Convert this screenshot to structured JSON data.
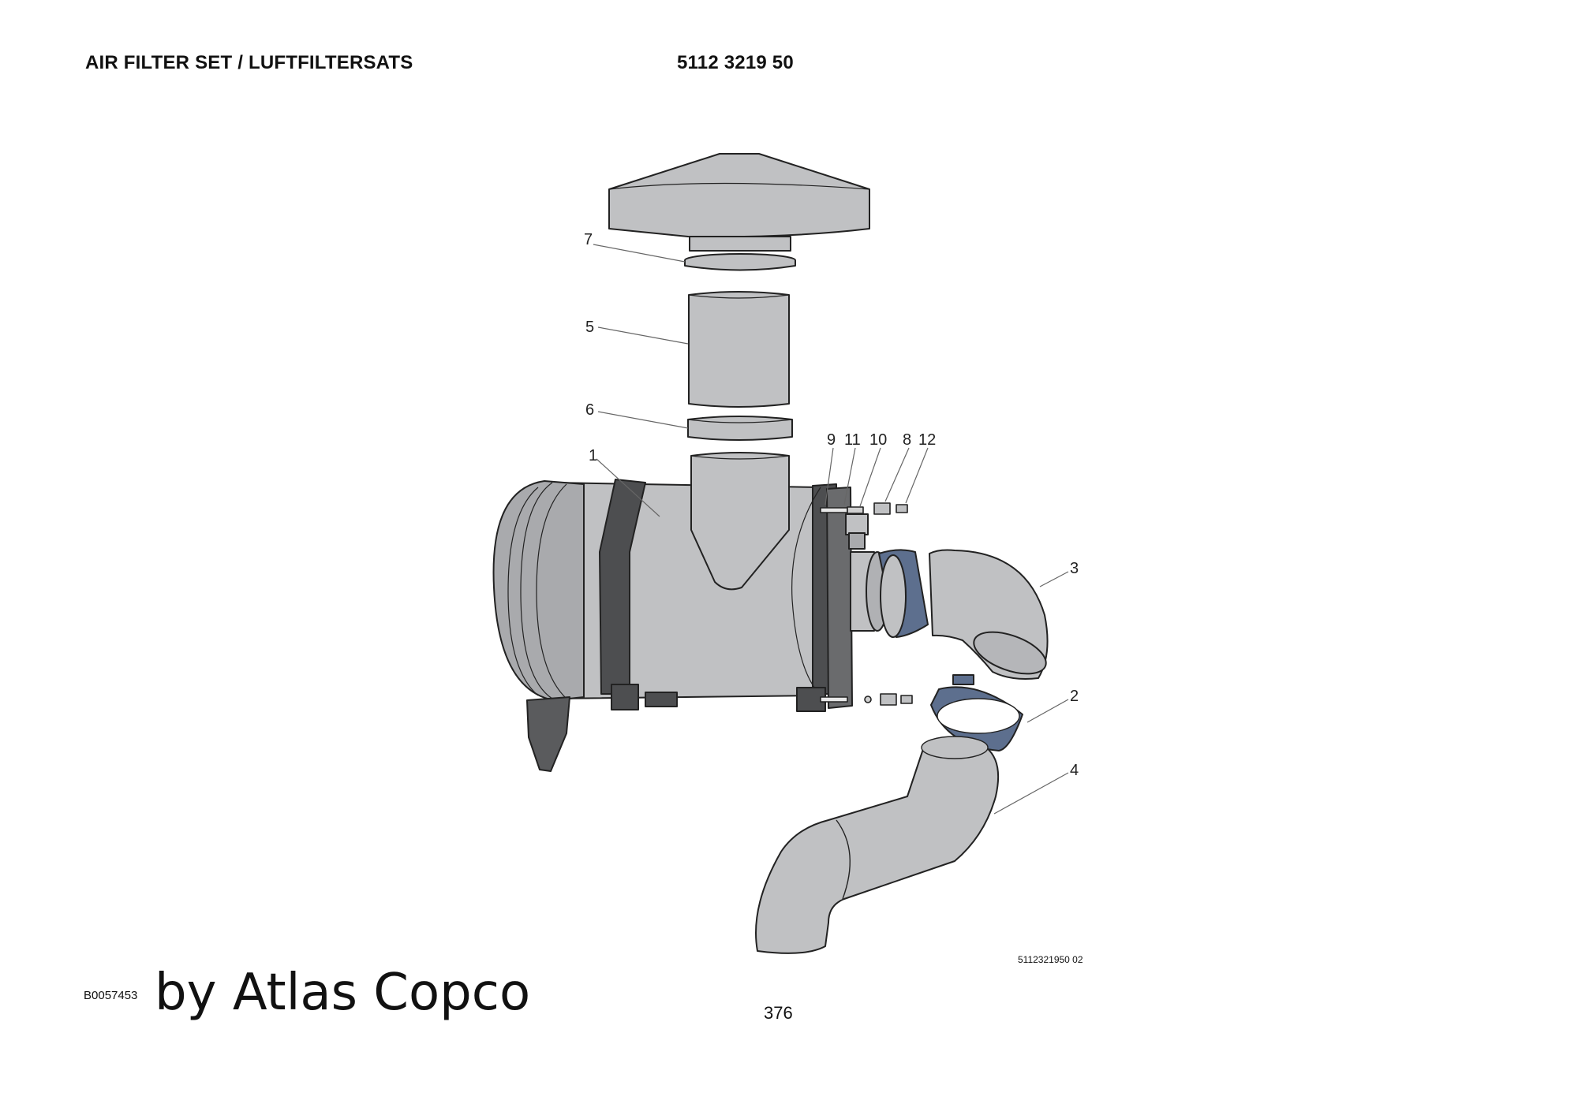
{
  "header": {
    "title": "AIR FILTER SET / LUFTFILTERSATS",
    "part_number": "5112 3219 50"
  },
  "callouts": {
    "c1": "1",
    "c2": "2",
    "c3": "3",
    "c4": "4",
    "c5": "5",
    "c6": "6",
    "c7": "7",
    "c8": "8",
    "c9": "9",
    "c10": "10",
    "c11": "11",
    "c12": "12"
  },
  "footer": {
    "drawing_code": "5112321950 02",
    "reference_code": "B0057453",
    "watermark": "by Atlas Copco",
    "page_number": "376"
  },
  "colors": {
    "body_gray": "#c0c1c3",
    "band_dark": "#4d4e50",
    "clamp_blue": "#5d6f8e",
    "outline": "#222222"
  }
}
